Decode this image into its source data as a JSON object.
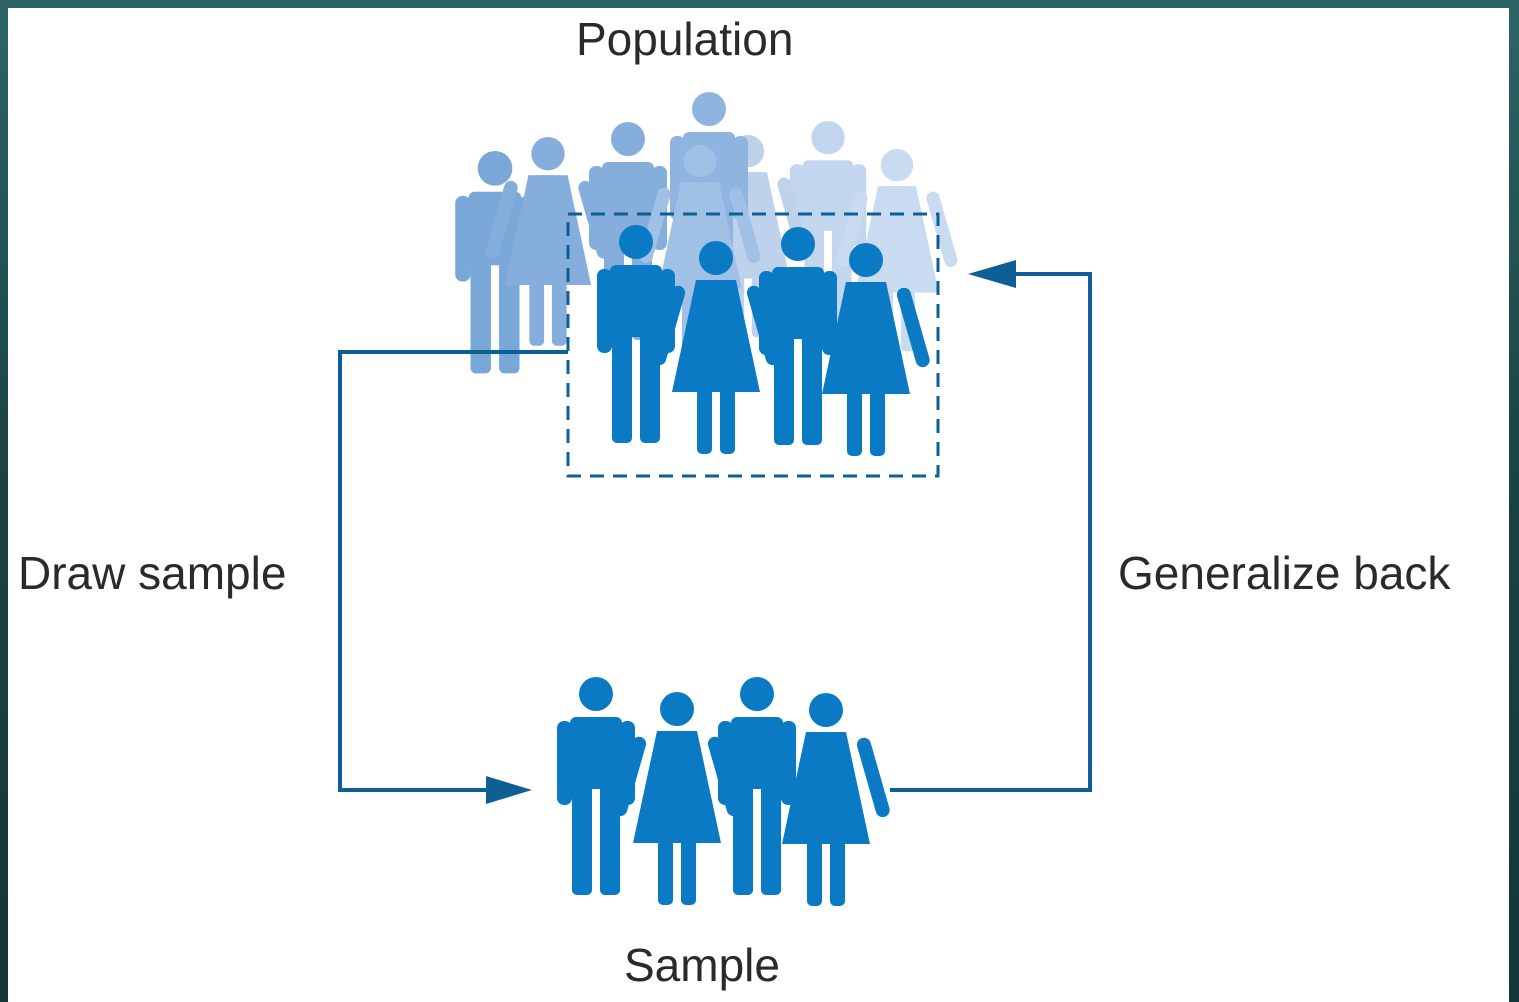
{
  "labels": {
    "population": "Population",
    "draw_sample": "Draw sample",
    "generalize_back": "Generalize back",
    "sample": "Sample"
  },
  "colors": {
    "frame": "#1f4a4c",
    "background": "#ffffff",
    "person_dark": "#0a7ac4",
    "person_mid": "#7aa9da",
    "person_light": "#bcd1ec",
    "arrow": "#0d5f96",
    "text": "#2a2a2a"
  }
}
